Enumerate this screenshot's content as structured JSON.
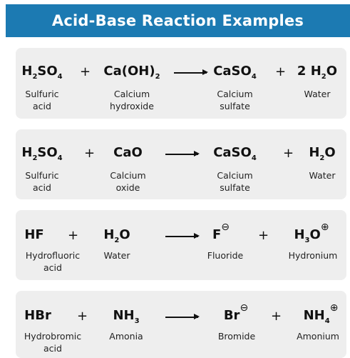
{
  "title": "Acid-Base Reaction Examples",
  "reactions": [
    {
      "r1": {
        "main": "H",
        "s1": "2",
        "m2": "SO",
        "s2": "4"
      },
      "r2": {
        "main": "Ca(OH)",
        "s1": "2"
      },
      "p1": {
        "main": "CaSO",
        "s1": "4"
      },
      "p2": {
        "main": "2 H",
        "s1": "2",
        "m2": "O"
      },
      "names": [
        [
          "Sulfuric",
          "acid"
        ],
        [
          "Calcium",
          "hydroxide"
        ],
        [
          "Calcium",
          "sulfate"
        ],
        [
          "Water"
        ]
      ]
    },
    {
      "r1": {
        "main": "H",
        "s1": "2",
        "m2": "SO",
        "s2": "4"
      },
      "r2": {
        "main": "CaO"
      },
      "p1": {
        "main": "CaSO",
        "s1": "4"
      },
      "p2": {
        "main": "H",
        "s1": "2",
        "m2": "O"
      },
      "names": [
        [
          "Sulfuric",
          "acid"
        ],
        [
          "Calcium",
          "oxide"
        ],
        [
          "Calcium",
          "sulfate"
        ],
        [
          "Water"
        ]
      ]
    },
    {
      "r1": {
        "main": "HF"
      },
      "r2": {
        "main": "H",
        "s1": "2",
        "m2": "O"
      },
      "p1": {
        "main": "F",
        "charge": "⊖"
      },
      "p2": {
        "main": "H",
        "s1": "3",
        "m2": "O",
        "charge": "⊕"
      },
      "names": [
        [
          "Hydrofluoric",
          "acid"
        ],
        [
          "Water"
        ],
        [
          "Fluoride"
        ],
        [
          "Hydronium"
        ]
      ]
    },
    {
      "r1": {
        "main": "HBr"
      },
      "r2": {
        "main": "NH",
        "s1": "3"
      },
      "p1": {
        "main": "Br",
        "charge": "⊖"
      },
      "p2": {
        "main": "NH",
        "s1": "4",
        "charge": "⊕"
      },
      "names": [
        [
          "Hydrobromic",
          "acid"
        ],
        [
          "Amonia"
        ],
        [
          "Bromide"
        ],
        [
          "Amonium"
        ]
      ]
    }
  ]
}
